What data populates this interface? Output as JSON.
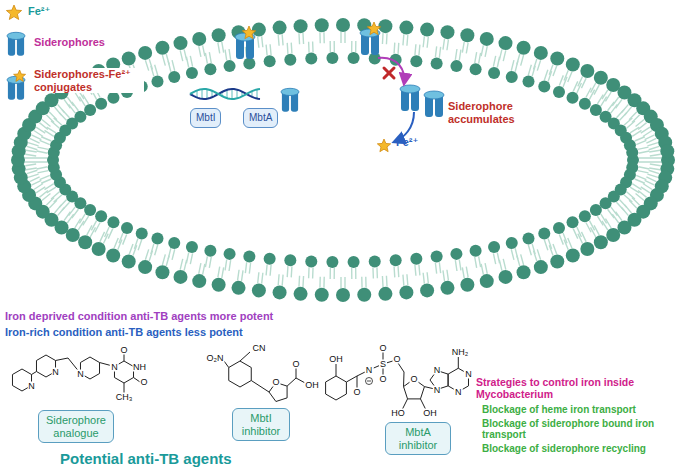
{
  "diagram": {
    "title": "Potential anti-TB agents",
    "nodes": [
      {
        "text": [
          "MbtI"
        ]
      },
      {
        "text": [
          "MbtA"
        ]
      },
      {
        "text": [
          "Siderophore analogue"
        ]
      },
      {
        "text": [
          "MbtI inhibitor"
        ]
      },
      {
        "text": [
          "MbtA inhibitor"
        ]
      }
    ],
    "labels": [
      "Siderophore accumulates",
      "Fe²⁺",
      "Iron deprived condition anti-TB agents more potent",
      "Iron-rich condition anti-TB agents less potent",
      "Strategies to control iron inside Mycobacterium",
      "Blockage of heme iron transport",
      "Blockage of siderophore bound iron transport",
      "Blockage of siderophore recycling",
      "N",
      "N",
      "N",
      "N",
      "O",
      "NH",
      "O",
      "CH₃",
      "O₂N",
      "CN",
      "O",
      "O",
      "OH",
      "OH",
      "O",
      "N",
      "S",
      "O",
      "O",
      "O",
      "O",
      "HO",
      "OH",
      "N",
      "N",
      "N",
      "N",
      "NH₂"
    ],
    "legend": [
      {
        "text": "Fe²⁺"
      },
      {
        "text": "Siderophores"
      },
      {
        "text": "Siderophores-Fe²⁺ conjugates"
      }
    ]
  }
}
